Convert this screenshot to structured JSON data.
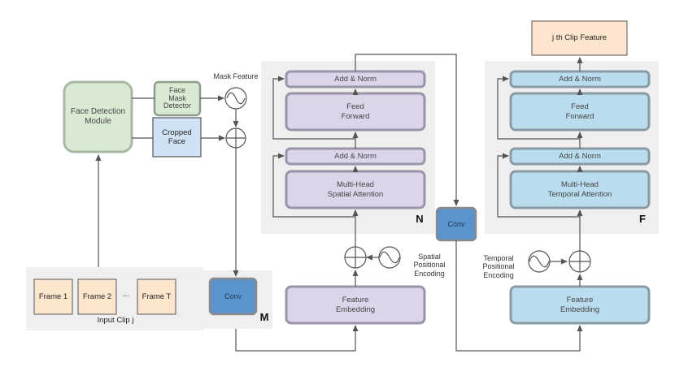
{
  "colors": {
    "green": "#d9ead3",
    "green_border": "#a9b8a4",
    "blue_fill": "#b9dcef",
    "blue_border": "#8a9ba6",
    "purple_fill": "#dcd5ea",
    "purple_border": "#9a94a8",
    "frame_fill": "#fbe5cd",
    "output_fill": "#fde5cf",
    "conv_fill": "#5b93cc",
    "panel": "#efefef",
    "line": "#555555"
  },
  "face_detection": {
    "label": "Face Detection\nModule"
  },
  "face_mask": {
    "label": "Face\nMask\nDetector"
  },
  "cropped_face": {
    "label": "Cropped\nFace"
  },
  "mask_feature": {
    "label": "Mask Feature"
  },
  "input_clip": {
    "frames": [
      "Frame 1",
      "Frame 2",
      "Frame T"
    ],
    "ellipsis": "...",
    "label": "Input Clip j"
  },
  "conv_m": {
    "label": "Conv",
    "panel_label": "M"
  },
  "spatial": {
    "embedding": "Feature\nEmbedding",
    "positional_label": "Spatial\nPositional\nEncoding",
    "attention": "Multi-Head\nSpatial Attention",
    "add_norm_1": "Add & Norm",
    "feed_forward": "Feed\nForward",
    "add_norm_2": "Add & Norm",
    "panel_label": "N"
  },
  "conv_mid": {
    "label": "Conv"
  },
  "temporal": {
    "embedding": "Feature\nEmbedding",
    "positional_label": "Temporal\nPositional\nEncoding",
    "attention": "Multi-Head\nTemporal Attention",
    "add_norm_1": "Add & Norm",
    "feed_forward": "Feed\nForward",
    "add_norm_2": "Add & Norm",
    "panel_label": "F"
  },
  "output": {
    "label": "j th Clip Feature"
  }
}
